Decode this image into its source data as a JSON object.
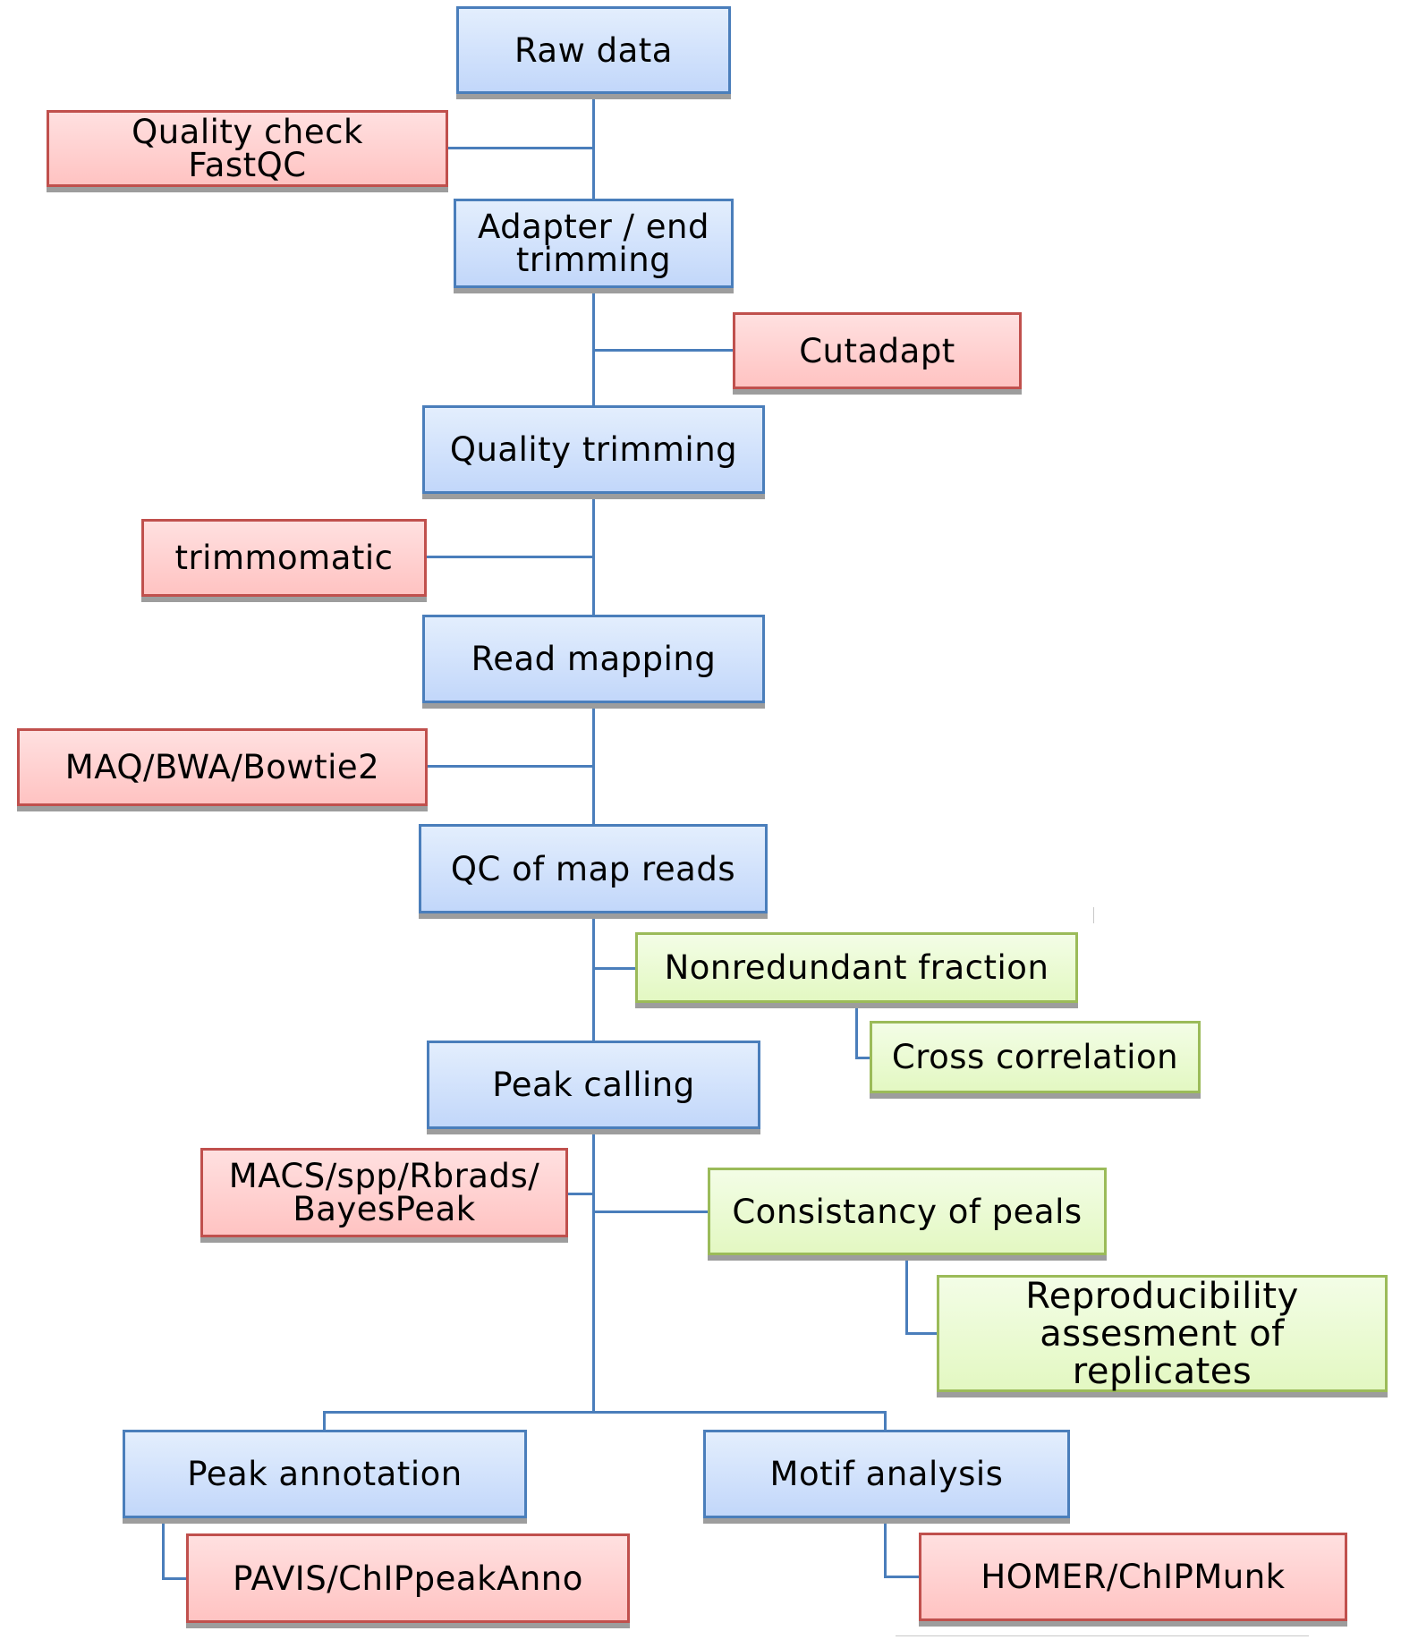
{
  "diagram": {
    "type": "flowchart",
    "title": "ChIP-seq analysis pipeline",
    "colors": {
      "step_border": "#4a7ebb",
      "step_fill": "#c9dcfb",
      "tool_border": "#c0504d",
      "tool_fill": "#ffcfce",
      "qc_border": "#9bbb59",
      "qc_fill": "#e8f9cf",
      "connector": "#4a7ebb",
      "shadow": "#9d9d9d"
    },
    "nodes": {
      "raw_data": {
        "label": "Raw data",
        "kind": "step"
      },
      "quality_check": {
        "label": "Quality check\nFastQC",
        "kind": "tool"
      },
      "adapter_trimming": {
        "label": "Adapter / end\ntrimming",
        "kind": "step"
      },
      "cutadapt": {
        "label": "Cutadapt",
        "kind": "tool"
      },
      "quality_trimming": {
        "label": "Quality trimming",
        "kind": "step"
      },
      "trimmomatic": {
        "label": "trimmomatic",
        "kind": "tool"
      },
      "read_mapping": {
        "label": "Read mapping",
        "kind": "step"
      },
      "mappers": {
        "label": "MAQ/BWA/Bowtie2",
        "kind": "tool"
      },
      "qc_map_reads": {
        "label": "QC of map reads",
        "kind": "step"
      },
      "nonredundant_fraction": {
        "label": "Nonredundant fraction",
        "kind": "qc"
      },
      "cross_correlation": {
        "label": "Cross correlation",
        "kind": "qc"
      },
      "peak_calling": {
        "label": "Peak calling",
        "kind": "step"
      },
      "peak_callers": {
        "label": "MACS/spp/Rbrads/\nBayesPeak",
        "kind": "tool"
      },
      "consistency_peaks": {
        "label": "Consistancy of peals",
        "kind": "qc"
      },
      "reproducibility": {
        "label": "Reproducibility\nassesment of\nreplicates",
        "kind": "qc"
      },
      "peak_annotation": {
        "label": "Peak annotation",
        "kind": "step"
      },
      "motif_analysis": {
        "label": "Motif analysis",
        "kind": "step"
      },
      "annotation_tools": {
        "label": "PAVIS/ChIPpeakAnno",
        "kind": "tool"
      },
      "motif_tools": {
        "label": "HOMER/ChIPMunk",
        "kind": "tool"
      }
    },
    "edges": [
      [
        "raw_data",
        "adapter_trimming"
      ],
      [
        "raw_data",
        "quality_check"
      ],
      [
        "adapter_trimming",
        "quality_trimming"
      ],
      [
        "adapter_trimming",
        "cutadapt"
      ],
      [
        "quality_trimming",
        "read_mapping"
      ],
      [
        "quality_trimming",
        "trimmomatic"
      ],
      [
        "read_mapping",
        "qc_map_reads"
      ],
      [
        "read_mapping",
        "mappers"
      ],
      [
        "qc_map_reads",
        "peak_calling"
      ],
      [
        "qc_map_reads",
        "nonredundant_fraction"
      ],
      [
        "nonredundant_fraction",
        "cross_correlation"
      ],
      [
        "peak_calling",
        "peak_callers"
      ],
      [
        "peak_calling",
        "consistency_peaks"
      ],
      [
        "consistency_peaks",
        "reproducibility"
      ],
      [
        "peak_calling",
        "peak_annotation"
      ],
      [
        "peak_calling",
        "motif_analysis"
      ],
      [
        "peak_annotation",
        "annotation_tools"
      ],
      [
        "motif_analysis",
        "motif_tools"
      ]
    ]
  }
}
